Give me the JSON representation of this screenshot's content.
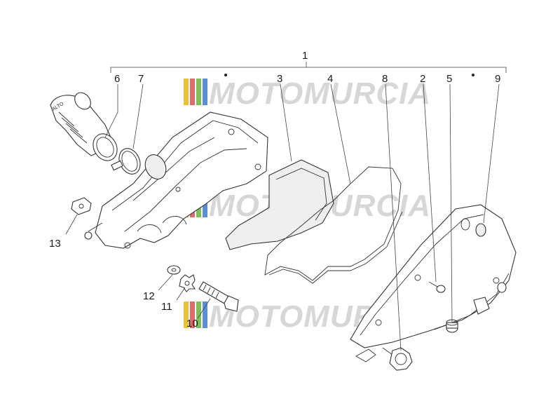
{
  "diagram": {
    "watermark_text": "MOTOMURCIA",
    "watermark_colors": [
      "#e8c23a",
      "#e06a6a",
      "#7fbf5a",
      "#5a8fd6"
    ],
    "callouts": [
      {
        "id": "c1",
        "text": "1"
      },
      {
        "id": "c6",
        "text": "6"
      },
      {
        "id": "c7",
        "text": "7"
      },
      {
        "id": "c3",
        "text": "3"
      },
      {
        "id": "c4",
        "text": "4"
      },
      {
        "id": "c8",
        "text": "8"
      },
      {
        "id": "c2",
        "text": "2"
      },
      {
        "id": "c5",
        "text": "5"
      },
      {
        "id": "c9",
        "text": "9"
      },
      {
        "id": "c13",
        "text": "13"
      },
      {
        "id": "c12",
        "text": "12"
      },
      {
        "id": "c11",
        "text": "11"
      },
      {
        "id": "c10",
        "text": "10"
      }
    ],
    "hose_label": "ALTO"
  }
}
